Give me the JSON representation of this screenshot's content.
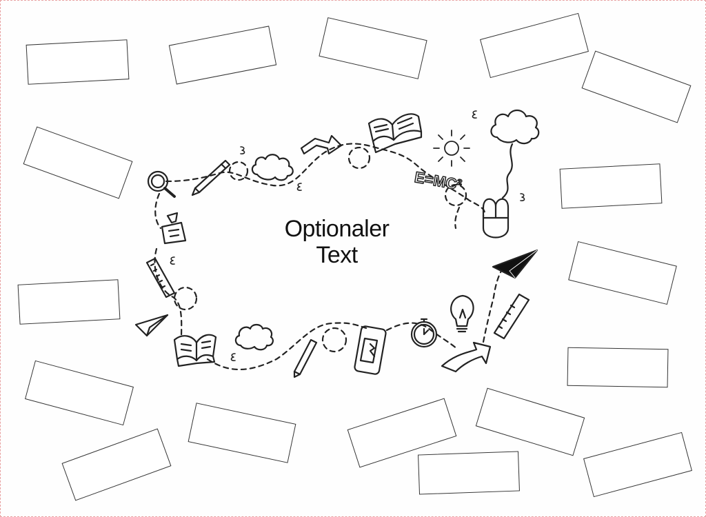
{
  "center_text": {
    "line1": "Optionaler",
    "line2": "Text"
  },
  "colors": {
    "stroke": "#222222",
    "box_border": "#333333",
    "page_border": "#e8a0a0"
  },
  "icons": [
    "magnifier-icon",
    "pencil-icon",
    "cloud-icon",
    "arrow-icon",
    "book-icon",
    "sun-icon",
    "formula-icon",
    "mouse-icon",
    "paper-plane-icon",
    "ruler-icon",
    "lightbulb-icon",
    "stopwatch-icon",
    "smartphone-icon",
    "pushpin-icon"
  ],
  "formula": "E=MC²"
}
